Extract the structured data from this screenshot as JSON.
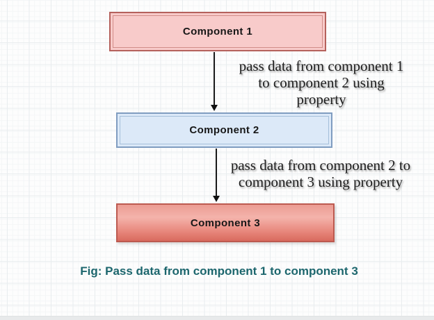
{
  "figure": {
    "boxes": [
      {
        "id": "component-1",
        "label": "Component 1",
        "fill": "#f8cbca",
        "border": "#b5615c"
      },
      {
        "id": "component-2",
        "label": "Component 2",
        "fill": "#dce9f8",
        "border": "#7f9cc0"
      },
      {
        "id": "component-3",
        "label": "Component 3",
        "fill_top": "#f4b3ab",
        "fill_bottom": "#d96a5e",
        "border": "#bc5a50"
      }
    ],
    "arrows": [
      {
        "from": "component-1",
        "to": "component-2",
        "label_lines": [
          "pass data from component 1",
          "to component 2 using",
          "property"
        ]
      },
      {
        "from": "component-2",
        "to": "component-3",
        "label_lines": [
          "pass data from component 2 to",
          "component 3 using property"
        ]
      }
    ],
    "caption": "Fig: Pass data from component 1 to component 3",
    "caption_color": "#1c666d",
    "text_color": "#1e1e1e"
  }
}
